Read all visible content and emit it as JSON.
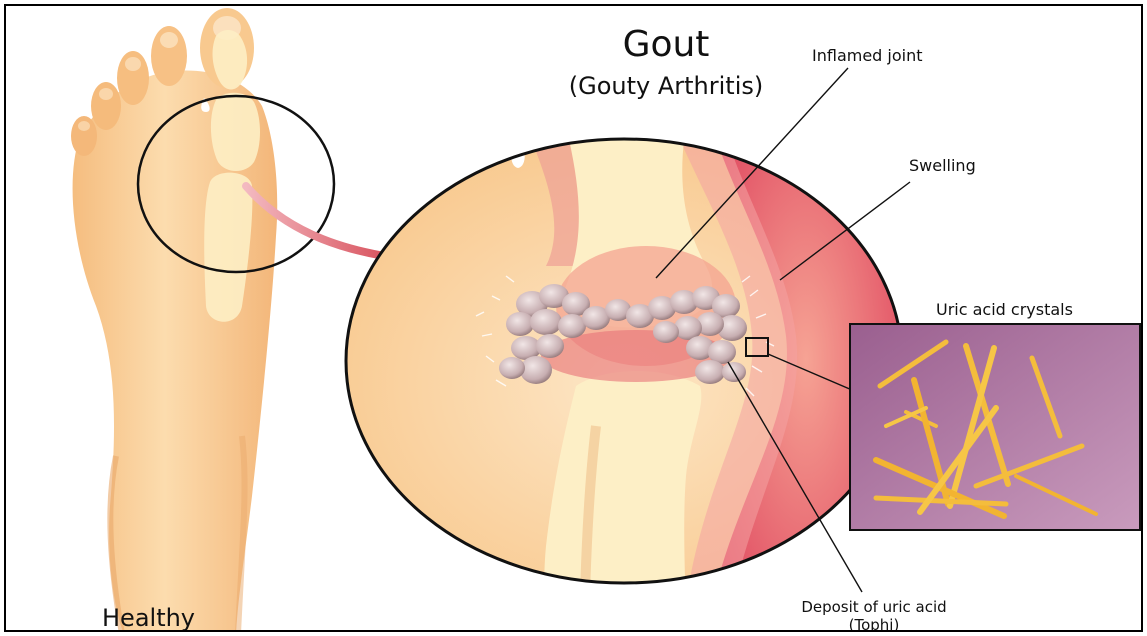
{
  "diagram": {
    "title": "Gout",
    "subtitle": "(Gouty Arthritis)",
    "labels": {
      "inflamed_joint": "Inflamed joint",
      "swelling": "Swelling",
      "uric_acid_crystals": "Uric acid crystals",
      "deposit_line1": "Deposit of uric acid",
      "deposit_line2": "(Tophi)",
      "healthy": "Healthy"
    }
  },
  "colors": {
    "skin": "#f9cd93",
    "skin_light": "#fde2bf",
    "bone": "#fdefc2",
    "inflamed": "#e2586a",
    "tophi": "#d9c2c6",
    "crystal_bg": "#a5709b",
    "crystal": "#f4bd3c",
    "arrow": "#d53a46"
  }
}
